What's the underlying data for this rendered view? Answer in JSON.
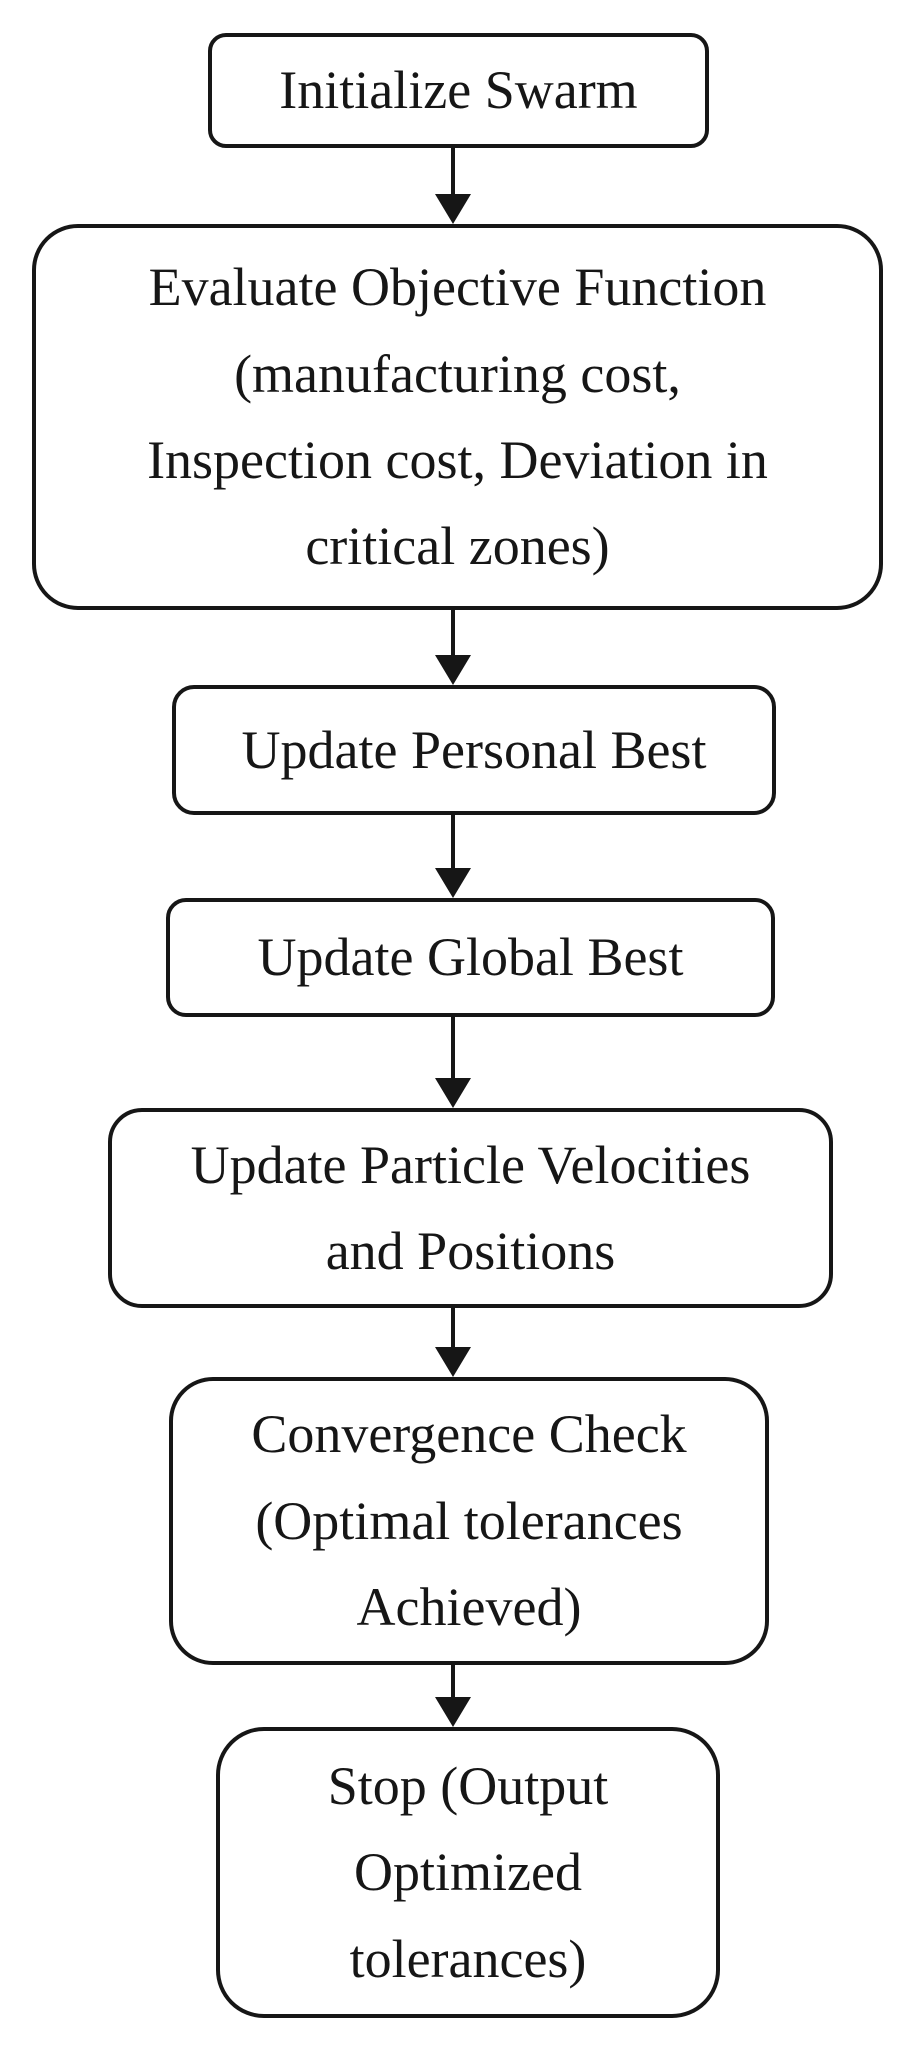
{
  "colors": {
    "background": "#ffffff",
    "node_fill": "#ffffff",
    "node_border": "#161616",
    "text": "#161616",
    "arrow": "#161616"
  },
  "flowchart": {
    "type": "flowchart",
    "direction": "top-down",
    "nodes": [
      {
        "id": "initialize-swarm",
        "label": "Initialize Swarm",
        "lines": [
          "Initialize Swarm"
        ]
      },
      {
        "id": "evaluate-objective-function",
        "label": "Evaluate Objective Function (manufacturing cost, Inspection cost, Deviation in critical zones)",
        "lines": [
          "Evaluate Objective Function",
          "(manufacturing cost,",
          "Inspection cost, Deviation in",
          "critical zones)"
        ]
      },
      {
        "id": "update-personal-best",
        "label": "Update Personal Best",
        "lines": [
          "Update Personal Best"
        ]
      },
      {
        "id": "update-global-best",
        "label": "Update Global Best",
        "lines": [
          "Update Global Best"
        ]
      },
      {
        "id": "update-particle-velocities",
        "label": "Update Particle Velocities and Positions",
        "lines": [
          "Update Particle Velocities",
          "and Positions"
        ]
      },
      {
        "id": "convergence-check",
        "label": "Convergence Check (Optimal tolerances Achieved)",
        "lines": [
          "Convergence Check",
          "(Optimal tolerances",
          "Achieved)"
        ]
      },
      {
        "id": "stop-output",
        "label": "Stop (Output Optimized tolerances)",
        "lines": [
          "Stop (Output",
          "Optimized",
          "tolerances)"
        ]
      }
    ],
    "edges": [
      {
        "from": "initialize-swarm",
        "to": "evaluate-objective-function"
      },
      {
        "from": "evaluate-objective-function",
        "to": "update-personal-best"
      },
      {
        "from": "update-personal-best",
        "to": "update-global-best"
      },
      {
        "from": "update-global-best",
        "to": "update-particle-velocities"
      },
      {
        "from": "update-particle-velocities",
        "to": "convergence-check"
      },
      {
        "from": "convergence-check",
        "to": "stop-output"
      }
    ]
  }
}
